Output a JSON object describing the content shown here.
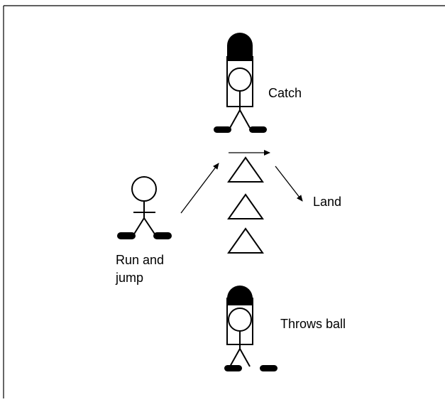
{
  "labels": {
    "catch": "Catch",
    "land": "Land",
    "run_line1": "Run and",
    "run_line2": "jump",
    "throws": "Throws ball"
  }
}
